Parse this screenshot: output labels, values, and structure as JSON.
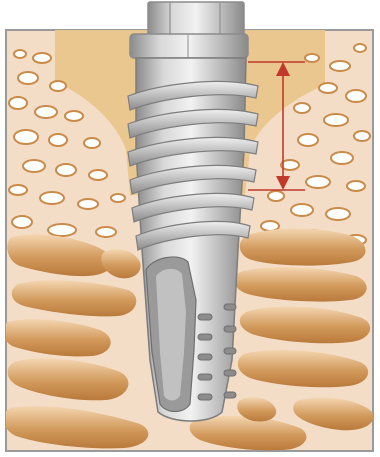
{
  "figure": {
    "palette": {
      "frame": "#9a9a9a",
      "bone_background": "#f4ddc7",
      "gingiva": "#e9c58b",
      "cortical_pore_fill": "#ffffff",
      "cortical_pore_stroke": "#c98b4a",
      "trabecular_fill": "#c98b4a",
      "trabecular_highlight": "#f1cf9f",
      "implant_light": "#e2e2e2",
      "implant_mid": "#bdbdbd",
      "implant_dark": "#7d7d7d",
      "measurement": "#c0392b"
    },
    "icons": {
      "implant": "dental-implant",
      "abutment": "implant-abutment",
      "measurement": "double-headed-arrow"
    }
  }
}
